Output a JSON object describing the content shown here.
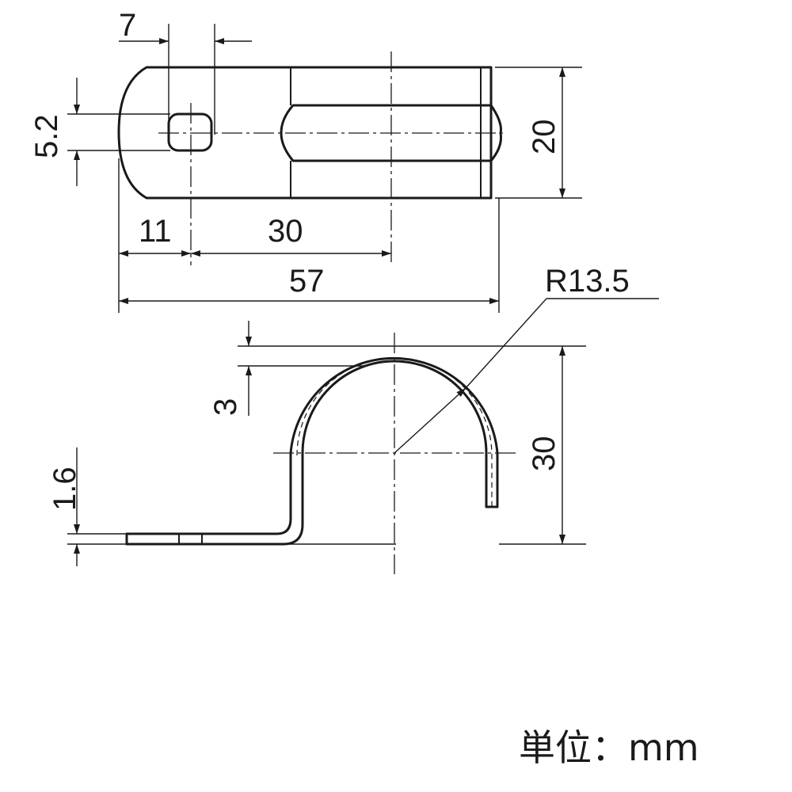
{
  "dimensions": {
    "top_view": {
      "slot_width": "7",
      "slot_height": "5.2",
      "width": "20",
      "hole_offset": "11",
      "hole_to_center": "30",
      "total_length": "57"
    },
    "side_view": {
      "radius": "R13.5",
      "top_thickness": "3",
      "height": "30",
      "plate_thickness": "1.6"
    }
  },
  "unit_label": "単位：mm"
}
